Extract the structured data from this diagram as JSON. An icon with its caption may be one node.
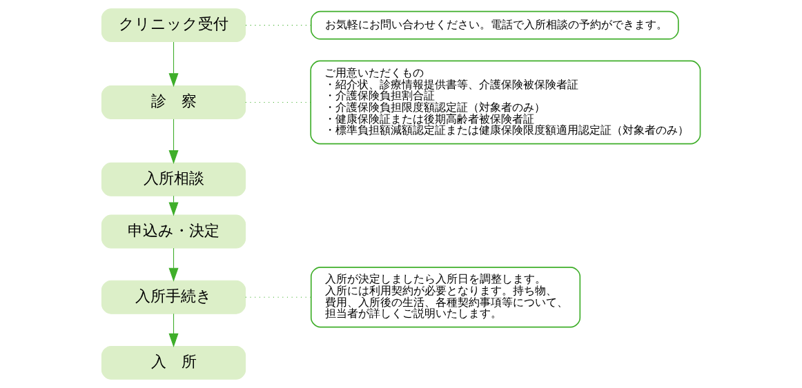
{
  "diagram": {
    "nodes": [
      {
        "text": [
          "クリニック受付"
        ]
      },
      {
        "text": [
          "診　察"
        ]
      },
      {
        "text": [
          "入所相談"
        ]
      },
      {
        "text": [
          "申込み・決定"
        ]
      },
      {
        "text": [
          "入所手続き"
        ]
      },
      {
        "text": [
          "入　所"
        ]
      },
      {
        "text": [
          "お気軽にお問い合わせください。電話で入所相談の予約ができます。"
        ]
      },
      {
        "text": [
          "ご用意いただくもの",
          "・紹介状、診療情報提供書等、介護保険被保険者証",
          "・介護保険負担割合証",
          "・介護保険負担限度額認定証（対象者のみ）",
          "・健康保険証または後期高齢者被保険者証",
          "・標準負担額減額認定証または健康保険限度額適用認定証（対象者のみ）"
        ]
      },
      {
        "text": [
          "入所が決定しましたら入所日を調整します。入所には利用契約が必要となります。持ち物、費用、入所後の生活、各種契約事項等について、担当者が詳しくご説明いたします。"
        ]
      }
    ],
    "edges": [
      {
        "from": 0,
        "to": 1,
        "arrow": "to"
      },
      {
        "from": 1,
        "to": 2,
        "arrow": "to"
      },
      {
        "from": 2,
        "to": 3,
        "arrow": "to"
      },
      {
        "from": 3,
        "to": 4,
        "arrow": "to"
      },
      {
        "from": 4,
        "to": 5,
        "arrow": "to"
      },
      {
        "from": 0,
        "to": 6,
        "arrow": "none",
        "style": "dashed"
      },
      {
        "from": 1,
        "to": 7,
        "arrow": "none",
        "style": "dashed"
      },
      {
        "from": 4,
        "to": 8,
        "arrow": "none",
        "style": "dashed"
      }
    ]
  }
}
